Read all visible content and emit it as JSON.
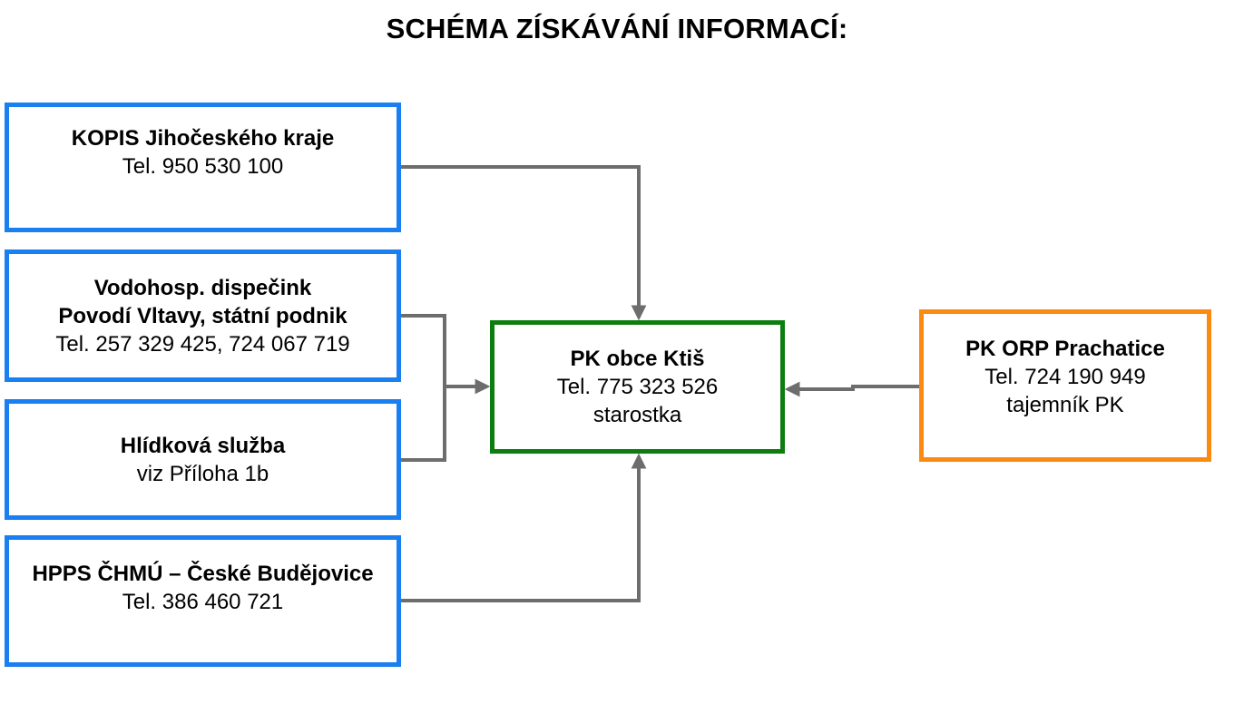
{
  "title": "SCHÉMA ZÍSKÁVÁNÍ INFORMACÍ:",
  "colors": {
    "blue": "#1a7ff0",
    "green": "#0e7d10",
    "orange": "#fb8a10",
    "arrow": "#6d6d6d"
  },
  "nodes": {
    "kopis": {
      "name": "KOPIS Jihočeského kraje",
      "phone": "Tel. 950 530 100"
    },
    "vodohosp": {
      "name_line1": "Vodohosp. dispečink",
      "name_line2": "Povodí Vltavy, státní podnik",
      "phone": "Tel. 257 329 425, 724 067 719"
    },
    "hlidkova": {
      "name": "Hlídková služba",
      "note": "viz Příloha 1b"
    },
    "hpps": {
      "name": "HPPS ČHMÚ – České Budějovice",
      "phone": "Tel. 386 460 721"
    },
    "pk_obce": {
      "name": "PK obce Ktiš",
      "phone": "Tel. 775 323 526",
      "role": "starostka"
    },
    "pk_orp": {
      "name": "PK ORP Prachatice",
      "phone": "Tel. 724 190 949",
      "role": "tajemník PK"
    }
  }
}
